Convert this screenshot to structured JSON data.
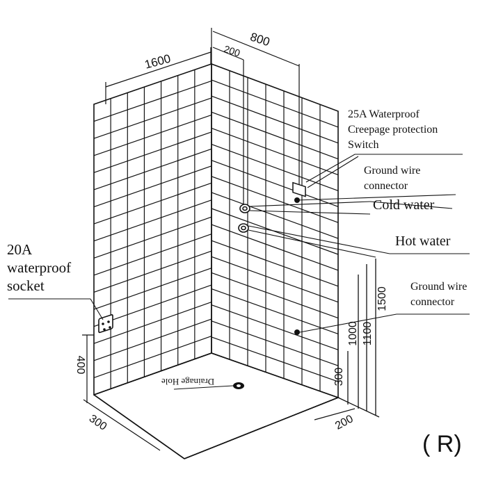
{
  "dimensions": {
    "width_1600": "1600",
    "depth_800": "800",
    "offset_200_top": "200",
    "height_1500": "1500",
    "height_1100": "1100",
    "height_1000": "1000",
    "height_300": "300",
    "height_400": "400",
    "floor_300": "300",
    "floor_200": "200"
  },
  "labels": {
    "switch": [
      "25A Waterproof",
      "Creepage protection",
      "Switch"
    ],
    "ground_wire_top": [
      "Ground wire",
      "connector"
    ],
    "cold_water": "Cold water",
    "hot_water": "Hot water",
    "ground_wire_bottom": [
      "Ground wire",
      "connector"
    ],
    "socket": [
      "20A",
      "waterproof",
      "socket"
    ],
    "drainage": "Drainage Hole",
    "variant": "( R)"
  }
}
